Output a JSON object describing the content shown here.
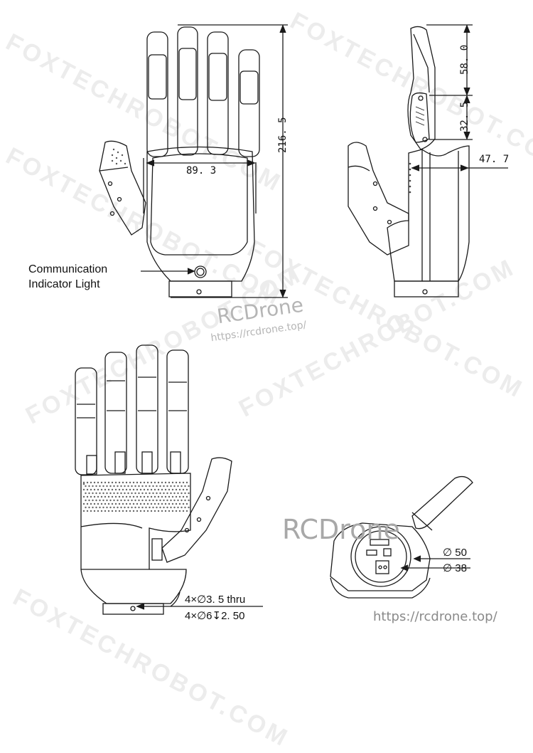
{
  "watermarks": {
    "foxtech": "FOXTECHROBOT.COM",
    "rcdrone_logo": "RCDrone",
    "rcdrone_url": "https://rcdrone.top/"
  },
  "views": {
    "front": {
      "width_dim": "89. 3",
      "height_dim": "216. 5",
      "callout": {
        "line1": "Communication",
        "line2": "Indicator Light"
      }
    },
    "side": {
      "finger_tip_dim": "58. 0",
      "finger_mid_dim": "32. 5",
      "palm_thickness_dim": "47. 7"
    },
    "palm": {
      "hole_spec_1": "4×∅3. 5 thru",
      "hole_spec_2": "4×∅6↧2. 50"
    },
    "bottom": {
      "outer_diameter": "∅ 50",
      "inner_diameter": "∅ 38"
    }
  },
  "colors": {
    "line": "#1a1a1a",
    "watermark": "#ececec",
    "brand": "#b5b5b5"
  }
}
